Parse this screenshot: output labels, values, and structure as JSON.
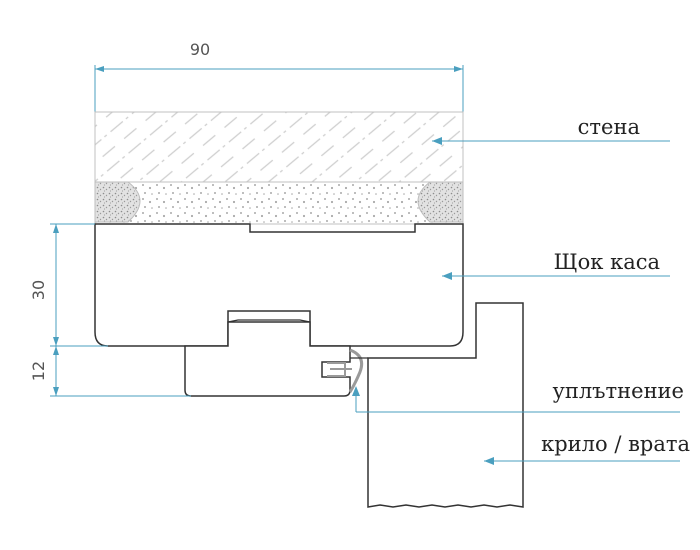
{
  "dimensions": {
    "width": "90",
    "height_jamb": "30",
    "height_lip": "12"
  },
  "labels": {
    "wall": "стена",
    "jamb": "Щок каса",
    "seal": "уплътнение",
    "door_leaf": "крило / врата"
  },
  "colors": {
    "accent": "#4a9fbf",
    "outline": "#333333",
    "hatch": "#c8c8c8",
    "foam_dot": "#999999"
  }
}
